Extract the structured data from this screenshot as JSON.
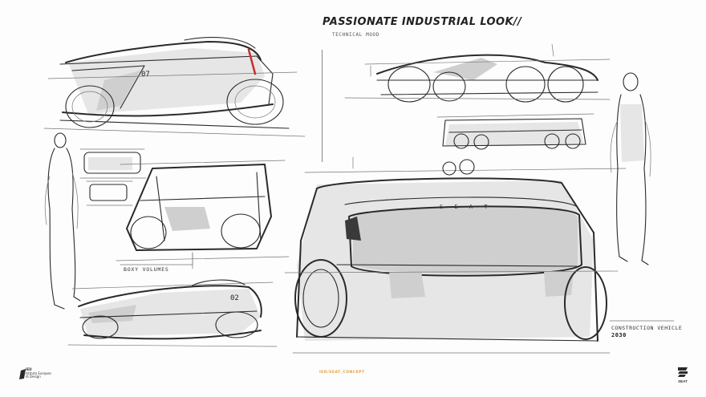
{
  "sheet": {
    "title": "PASSIONATE INDUSTRIAL LOOK//",
    "subtitle": "TECHNICAL MOOD",
    "boxy_label": "BOXY VOLUMES",
    "caption_line1": "CONSTRUCTION VEHICLE",
    "caption_line2": "2030",
    "tag_top": "07",
    "tag_bottom": "02",
    "front_badge": "S E A T",
    "footer_center": "IED/SEAT_CONCEPT",
    "school_name": "IED",
    "school_sub1": "Istituto Europeo",
    "school_sub2": "di Design",
    "brand": "SEAT"
  },
  "colors": {
    "ink": "#2a2a2a",
    "shade": "#cfcfcf",
    "accent_red": "#c8302a",
    "footer": "#e0a23a"
  }
}
